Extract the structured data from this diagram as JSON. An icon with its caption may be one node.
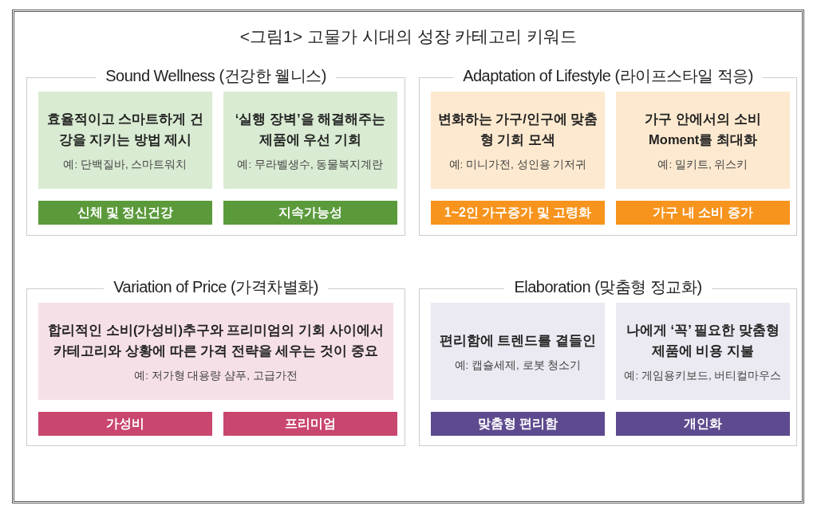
{
  "diagram": {
    "title": "<그림1> 고물가 시대의 성장 카테고리 키워드",
    "nodes": [
      {
        "text": [
          "Sound Wellness (건강한 웰니스)"
        ]
      },
      {
        "text": [
          "효율적이고 스마트하게 건강을 지키는 방법 제시",
          "예: 단백질바, 스마트워치"
        ],
        "in": 0
      },
      {
        "text": [
          "‘실행 장벽’을 해결해주는 제품에 우선 기회",
          "예: 무라벨생수, 동물복지계란"
        ],
        "in": 0
      },
      {
        "text": [
          "신체 및 정신건강"
        ],
        "in": 0
      },
      {
        "text": [
          "지속가능성"
        ],
        "in": 0
      },
      {
        "text": [
          "Adaptation of Lifestyle (라이프스타일 적응)"
        ]
      },
      {
        "text": [
          "변화하는 가구/인구에 맞춤형 기회 모색",
          "예: 미니가전, 성인용 기저귀"
        ],
        "in": 5
      },
      {
        "text": [
          "가구 안에서의 소비 Moment를 최대화",
          "예: 밀키트, 위스키"
        ],
        "in": 5
      },
      {
        "text": [
          "1~2인 가구증가 및 고령화"
        ],
        "in": 5
      },
      {
        "text": [
          "가구 내 소비 증가"
        ],
        "in": 5
      },
      {
        "text": [
          "Variation of Price (가격차별화)"
        ]
      },
      {
        "text": [
          "합리적인 소비(가성비)추구와 프리미엄의 기회 사이에서 카테고리와 상황에 따른 가격 전략을 세우는 것이 중요",
          "예: 저가형 대용량 샴푸, 고급가전"
        ],
        "in": 10
      },
      {
        "text": [
          "가성비"
        ],
        "in": 10
      },
      {
        "text": [
          "프리미엄"
        ],
        "in": 10
      },
      {
        "text": [
          "Elaboration (맞춤형 정교화)"
        ]
      },
      {
        "text": [
          "편리함에 트렌드를 곁들인",
          "예: 캡슐세제, 로봇 청소기"
        ],
        "in": 14
      },
      {
        "text": [
          "나에게 ‘꼭’ 필요한 맞춤형 제품에 비용 지불",
          "예: 게임용키보드, 버티컬마우스"
        ],
        "in": 14
      },
      {
        "text": [
          "맞춤형 편리함"
        ],
        "in": 14
      },
      {
        "text": [
          "개인화"
        ],
        "in": 14
      }
    ]
  }
}
